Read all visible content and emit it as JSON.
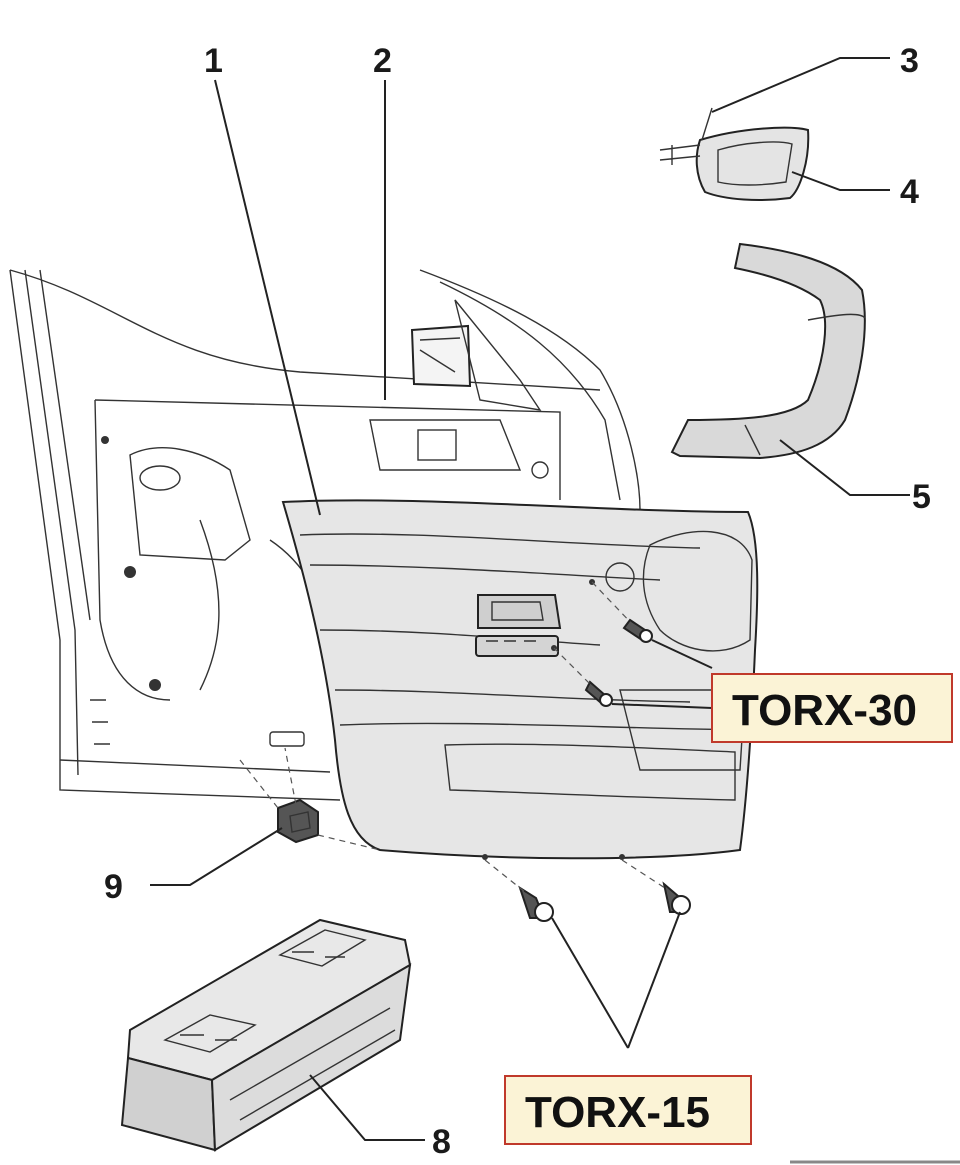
{
  "callouts": {
    "c1": "1",
    "c2": "2",
    "c3": "3",
    "c4": "4",
    "c5": "5",
    "c8": "8",
    "c9": "9"
  },
  "tags": {
    "torx30": "TORX-30",
    "torx15": "TORX-15"
  },
  "colors": {
    "tag_fill": "#fbf3d6",
    "tag_border": "#c0392b",
    "panel_fill": "#e6e6e6",
    "trim_fill": "#d9d9d9"
  }
}
